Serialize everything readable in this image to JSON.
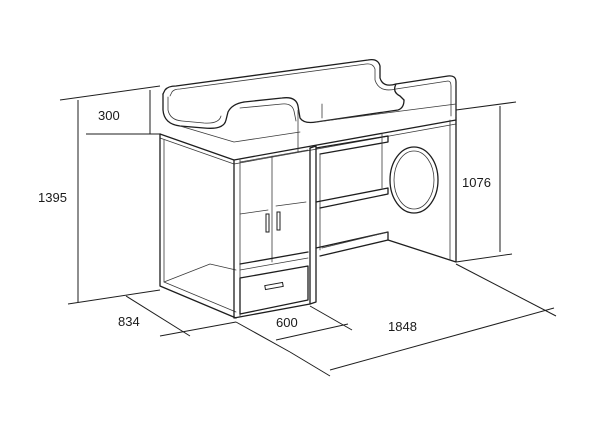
{
  "dimensions": {
    "headboard_height": "300",
    "total_height": "1395",
    "platform_height": "1076",
    "depth": "834",
    "cabinet_width": "600",
    "total_length": "1848"
  },
  "colors": {
    "line": "#1e1e1e",
    "background": "#ffffff"
  }
}
